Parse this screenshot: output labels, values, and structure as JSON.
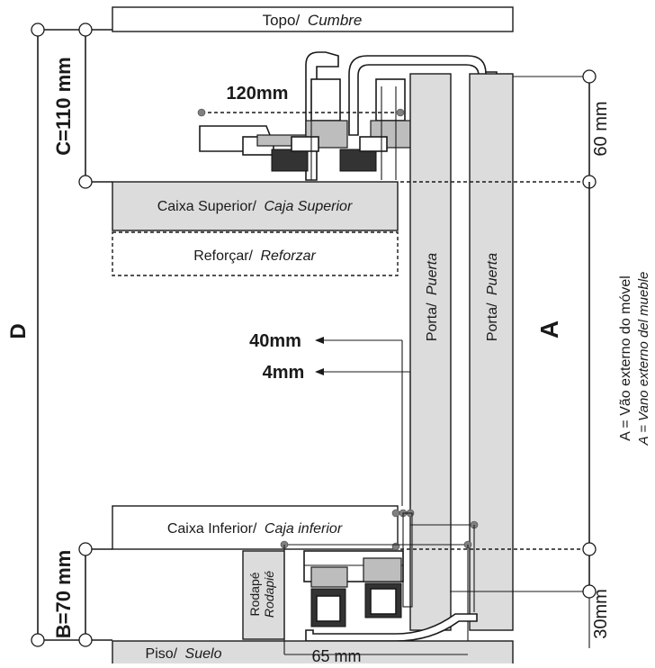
{
  "labels": {
    "topo_pt": "Topo/",
    "topo_es": "Cumbre",
    "caixa_sup_pt": "Caixa Superior/",
    "caixa_sup_es": "Caja Superior",
    "reforcar_pt": "Reforçar/",
    "reforcar_es": "Reforzar",
    "caixa_inf_pt": "Caixa Inferior/",
    "caixa_inf_es": "Caja inferior",
    "piso_pt": "Piso/",
    "piso_es": "Suelo",
    "porta_pt": "Porta/",
    "porta_es": "Puerta",
    "rodape_pt": "Rodapé",
    "rodape_es": "Rodapié"
  },
  "dimensions": {
    "c": "C=110 mm",
    "b": "B=70 mm",
    "d": "D",
    "a": "A",
    "d120": "120mm",
    "d40": "40mm",
    "d4": "4mm",
    "d60": "60 mm",
    "d30": "30mm",
    "d65": "65 mm"
  },
  "legend": {
    "line1": "A = Vão externo do móvel",
    "line2": "A = Vano externo del mueble"
  }
}
